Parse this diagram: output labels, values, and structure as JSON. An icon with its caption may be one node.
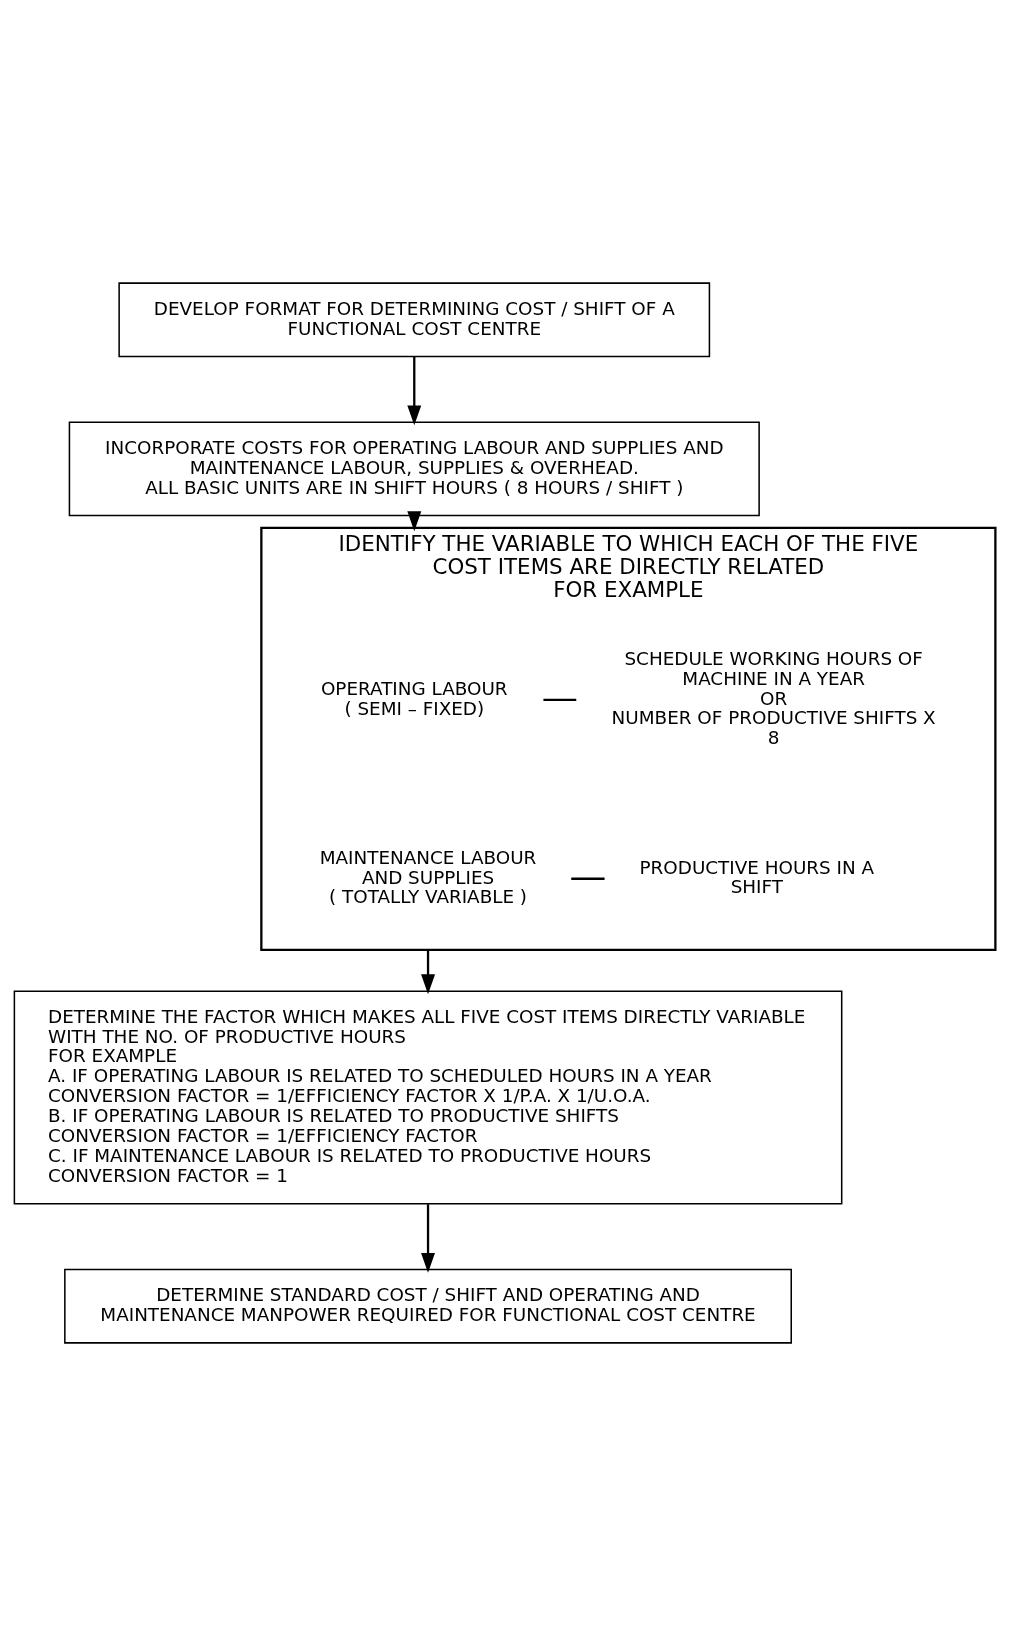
{
  "diagram": {
    "nodes": [
      {
        "text": [
          "DEVELOP FORMAT FOR DETERMINING COST / SHIFT OF A FUNCTIONAL COST CENTRE"
        ]
      },
      {
        "text": [
          "INCORPORATE COSTS FOR OPERATING LABOUR AND SUPPLIES AND MAINTENANCE LABOUR, SUPPLIES & OVERHEAD.",
          "ALL BASIC UNITS ARE IN SHIFT HOURS ( 8 HOURS / SHIFT )"
        ]
      },
      {
        "text": [
          "IDENTIFY THE VARIABLE TO WHICH EACH OF THE FIVE COST ITEMS ARE DIRECTLY RELATED",
          "FOR EXAMPLE"
        ]
      },
      {
        "text": [
          "OPERATING LABOUR",
          "( SEMI – FIXED)"
        ],
        "in": 2
      },
      {
        "text": [
          "SCHEDULE WORKING HOURS OF MACHINE IN A YEAR",
          "OR",
          "NUMBER OF PRODUCTIVE SHIFTS X 8"
        ],
        "in": 2
      },
      {
        "text": [
          "MAINTENANCE LABOUR AND SUPPLIES",
          "( TOTALLY VARIABLE )"
        ],
        "in": 2
      },
      {
        "text": [
          "PRODUCTIVE HOURS IN A SHIFT"
        ],
        "in": 2
      },
      {
        "text": [
          "DETERMINE THE FACTOR WHICH MAKES ALL FIVE COST ITEMS DIRECTLY VARIABLE WITH THE NO. OF PRODUCTIVE HOURS",
          "FOR EXAMPLE",
          "A. IF OPERATING LABOUR IS RELATED TO SCHEDULED HOURS IN A YEAR",
          "CONVERSION FACTOR = 1/EFFICIENCY FACTOR X 1/P.A. X 1/U.O.A.",
          "B. IF OPERATING LABOUR IS RELATED TO PRODUCTIVE SHIFTS",
          "CONVERSION FACTOR = 1/EFFICIENCY FACTOR",
          "C. IF MAINTENANCE LABOUR IS RELATED TO PRODUCTIVE HOURS",
          "CONVERSION FACTOR = 1"
        ]
      },
      {
        "text": [
          "DETERMINE STANDARD COST / SHIFT AND OPERATING AND MAINTENANCE MANPOWER REQUIRED FOR FUNCTIONAL COST CENTRE"
        ]
      }
    ],
    "edges": [
      {
        "from": 0,
        "to": 1,
        "arrow": "to"
      },
      {
        "from": 1,
        "to": 2,
        "arrow": "to"
      },
      {
        "from": 3,
        "to": 4,
        "arrow": "none"
      },
      {
        "from": 5,
        "to": 6,
        "arrow": "none"
      },
      {
        "from": 2,
        "to": 7,
        "arrow": "to"
      },
      {
        "from": 7,
        "to": 8,
        "arrow": "to"
      }
    ]
  }
}
